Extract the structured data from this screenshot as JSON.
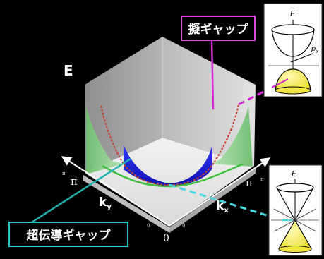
{
  "labels": {
    "energy_axis": "E",
    "ky_axis": "k",
    "ky_subscript": "y",
    "kx_axis": "k",
    "kx_subscript": "x",
    "pi_left": "π",
    "pi_left_prefix": "π",
    "pi_right": "π",
    "pi_right_suffix": "π",
    "origin": "0",
    "origin_left_tick": "0",
    "origin_right_tick": "0"
  },
  "callouts": {
    "pseudogap": "擬ギャップ",
    "superconducting_gap": "超伝導ギャップ"
  },
  "insets": {
    "pseudogap_inset": {
      "energy_label": "E",
      "momentum_label": "p",
      "momentum_subscript": "x"
    },
    "sc_gap_inset": {
      "energy_label": "E"
    }
  },
  "colors": {
    "background": "#000000",
    "pseudogap_callout_border": "#e040e0",
    "pseudogap_leader": "#d02ad0",
    "sc_gap_callout_border": "#28c8c8",
    "sc_gap_leader": "#4ad8e0",
    "dispersion_blue": "#1a1fd8",
    "side_green": "#9ed69a",
    "fermi_line_green": "#3fbf3f",
    "dispersion_red": "#c8402a",
    "cone_yellow": "#f2e640"
  }
}
